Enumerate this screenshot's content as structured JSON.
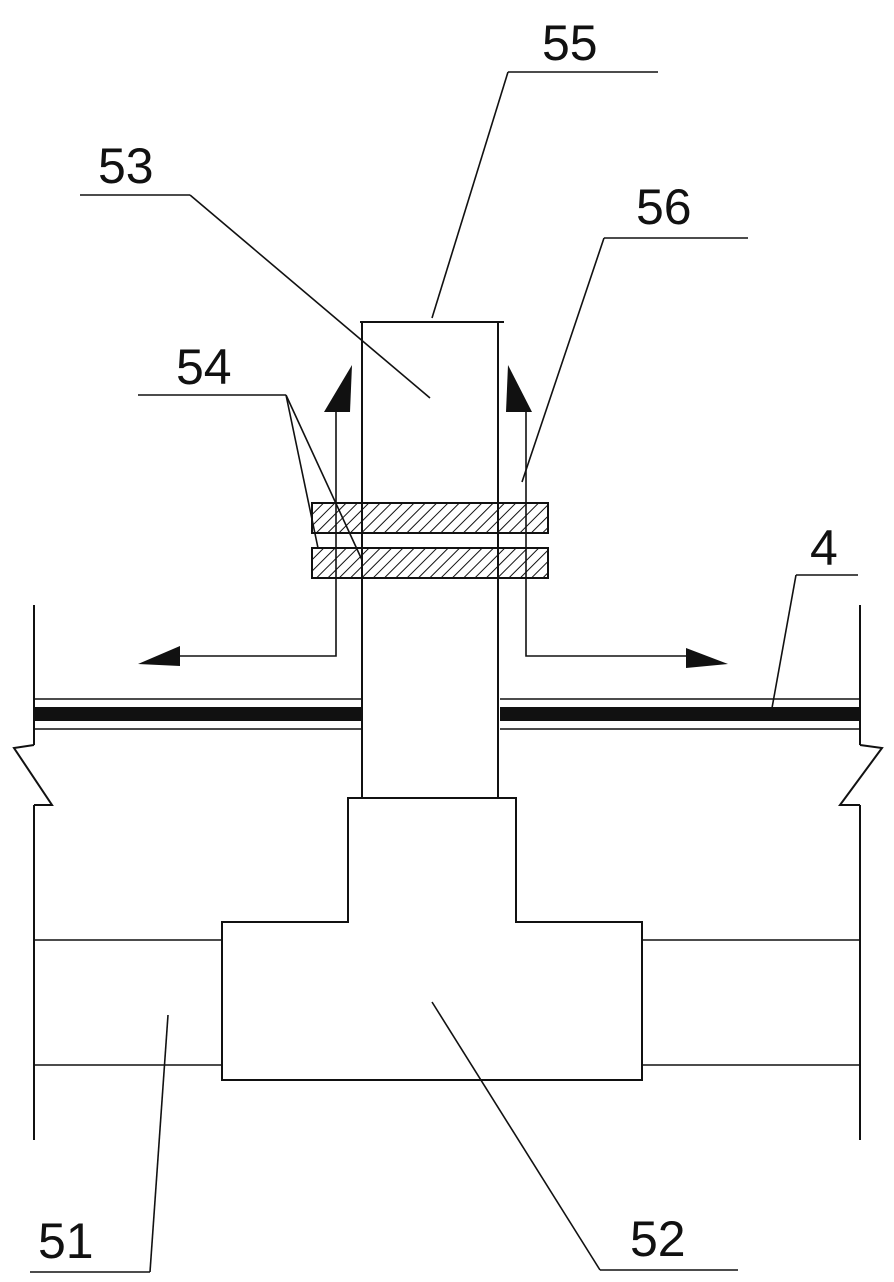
{
  "labels": {
    "l55": "55",
    "l53": "53",
    "l56": "56",
    "l54": "54",
    "l4": "4",
    "l51": "51",
    "l52": "52"
  }
}
